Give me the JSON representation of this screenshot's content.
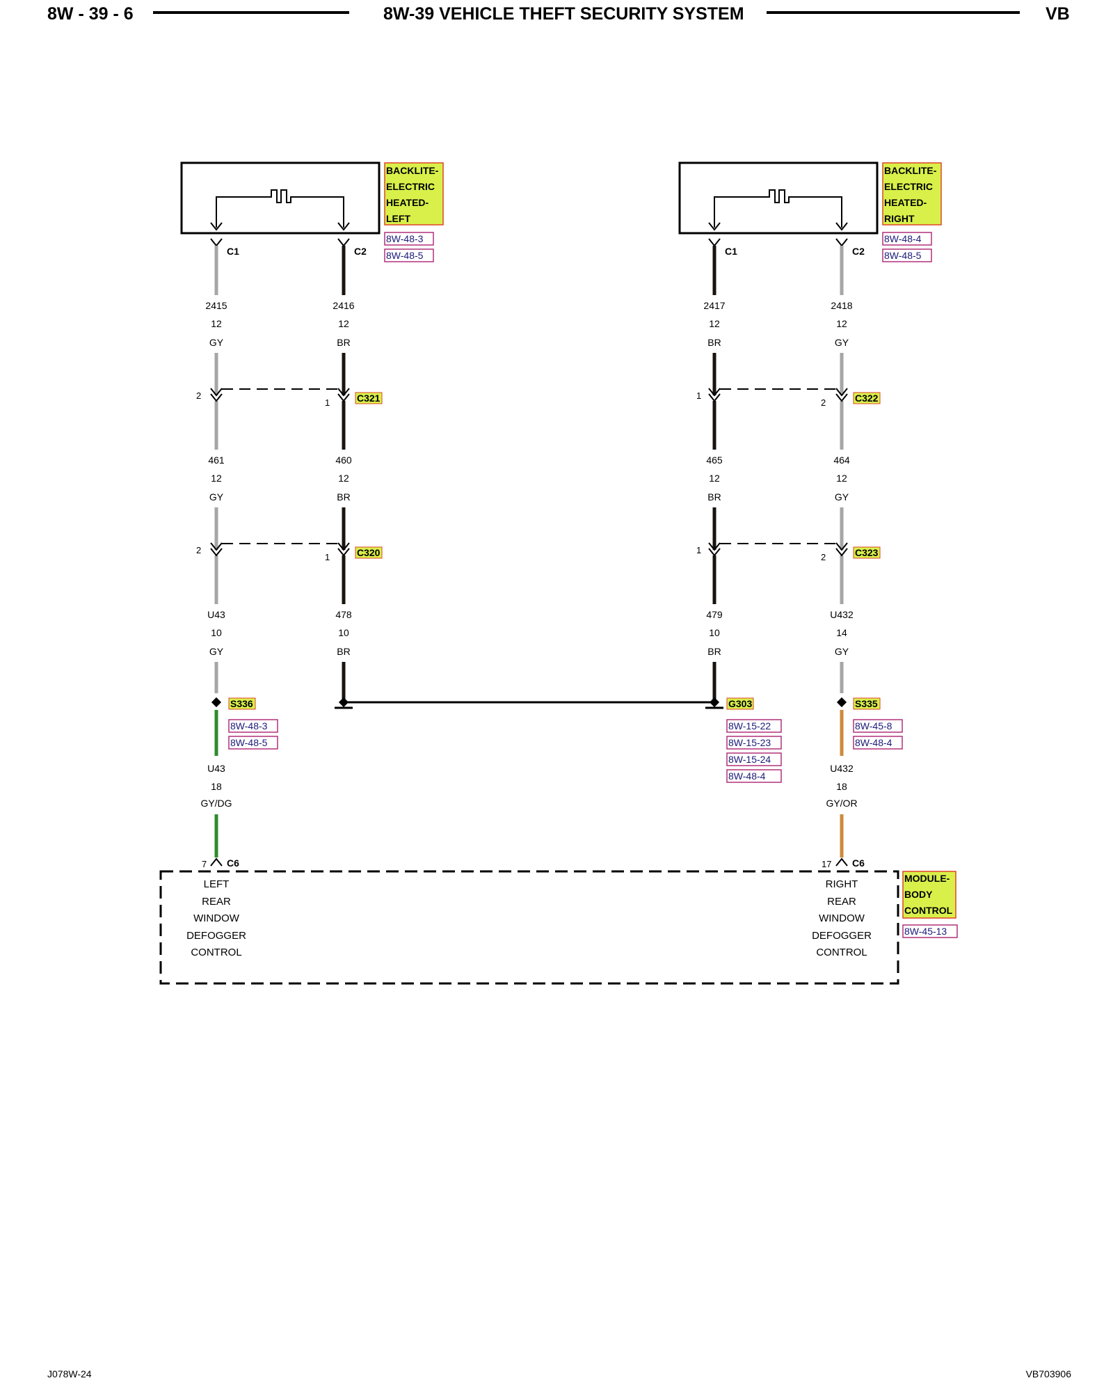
{
  "header": {
    "page_number": "8W - 39 - 6",
    "title": "8W-39 VEHICLE THEFT SECURITY SYSTEM",
    "model": "VB"
  },
  "footer": {
    "left_code": "J078W-24",
    "right_code": "VB703906"
  },
  "components": {
    "left_heater": {
      "name_lines": [
        "BACKLITE-",
        "ELECTRIC",
        "HEATED-",
        "LEFT"
      ],
      "refs": [
        "8W-48-3",
        "8W-48-5"
      ],
      "c1": "C1",
      "c2": "C2"
    },
    "right_heater": {
      "name_lines": [
        "BACKLITE-",
        "ELECTRIC",
        "HEATED-",
        "RIGHT"
      ],
      "refs": [
        "8W-48-4",
        "8W-48-5"
      ],
      "c1": "C1",
      "c2": "C2"
    },
    "body_module": {
      "name_lines": [
        "MODULE-",
        "BODY",
        "CONTROL"
      ],
      "refs": [
        "8W-45-13"
      ],
      "left_function": [
        "LEFT",
        "REAR",
        "WINDOW",
        "DEFOGGER",
        "CONTROL"
      ],
      "right_function": [
        "RIGHT",
        "REAR",
        "WINDOW",
        "DEFOGGER",
        "CONTROL"
      ]
    }
  },
  "wires": {
    "w2415": [
      "2415",
      "12",
      "GY"
    ],
    "w2416": [
      "2416",
      "12",
      "BR"
    ],
    "w2417": [
      "2417",
      "12",
      "BR"
    ],
    "w2418": [
      "2418",
      "12",
      "GY"
    ],
    "w461": [
      "461",
      "12",
      "GY"
    ],
    "w460": [
      "460",
      "12",
      "BR"
    ],
    "w465": [
      "465",
      "12",
      "BR"
    ],
    "w464": [
      "464",
      "12",
      "GY"
    ],
    "wU43a": [
      "U43",
      "10",
      "GY"
    ],
    "w478": [
      "478",
      "10",
      "BR"
    ],
    "w479": [
      "479",
      "10",
      "BR"
    ],
    "wU432a": [
      "U432",
      "14",
      "GY"
    ],
    "wU43b": [
      "U43",
      "18",
      "GY/DG"
    ],
    "wU432b": [
      "U432",
      "18",
      "GY/OR"
    ]
  },
  "connectors": {
    "c321": {
      "name": "C321",
      "pin_left": "2",
      "pin_right": "1"
    },
    "c322": {
      "name": "C322",
      "pin_left": "1",
      "pin_right": "2"
    },
    "c320": {
      "name": "C320",
      "pin_left": "2",
      "pin_right": "1"
    },
    "c323": {
      "name": "C323",
      "pin_left": "1",
      "pin_right": "2"
    },
    "c6_left": {
      "name": "C6",
      "pin": "7"
    },
    "c6_right": {
      "name": "C6",
      "pin": "17"
    }
  },
  "splices": {
    "s336": {
      "name": "S336",
      "refs": [
        "8W-48-3",
        "8W-48-5"
      ]
    },
    "s335": {
      "name": "S335",
      "refs": [
        "8W-45-8",
        "8W-48-4"
      ]
    }
  },
  "ground": {
    "name": "G303",
    "refs": [
      "8W-15-22",
      "8W-15-23",
      "8W-15-24",
      "8W-48-4"
    ]
  },
  "colors": {
    "gray_wire": "#a6a6a6",
    "brown_wire": "#1a1410",
    "green_wire": "#2e8b2e",
    "orange_wire": "#cc8a3a",
    "highlight": "#d9f04a",
    "highlight_border": "#e0442a",
    "ref_border": "#b0307a"
  }
}
